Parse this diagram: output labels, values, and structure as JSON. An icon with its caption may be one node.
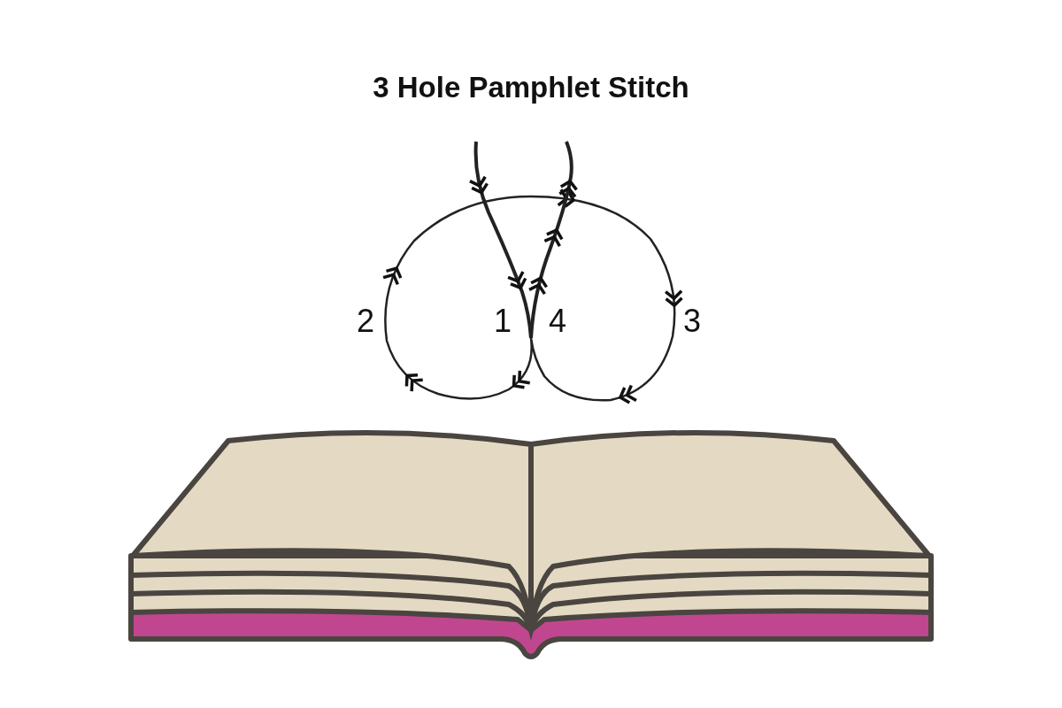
{
  "diagram": {
    "title": "3 Hole Pamphlet Stitch",
    "labels": [
      "2",
      "1",
      "4",
      "3"
    ]
  }
}
